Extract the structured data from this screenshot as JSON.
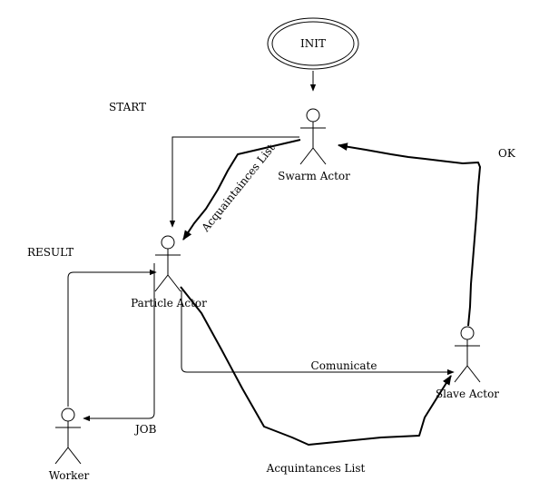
{
  "nodes": {
    "init": "INIT",
    "swarm": "Swarm Actor",
    "particle": "Particle Actor",
    "slave": "Slave Actor",
    "worker": "Worker"
  },
  "edges": {
    "start": "START",
    "ok": "OK",
    "result": "RESULT",
    "job": "JOB",
    "comunicate": "Comunicate",
    "acq_list_rotated": "Acquaintainces List",
    "acq_list_bottom": "Acquintances  List"
  }
}
